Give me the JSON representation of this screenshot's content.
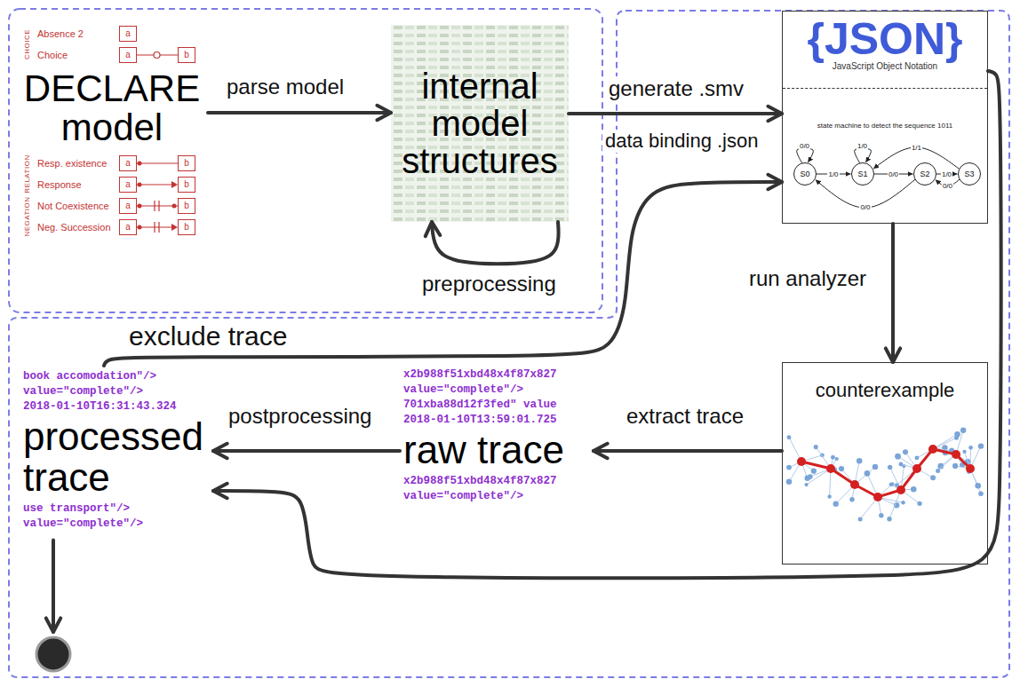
{
  "diagram": {
    "nodes": [
      {
        "text": [
          "DECLARE model"
        ]
      },
      {
        "text": [
          "internal model structures"
        ]
      },
      {
        "text": [
          "{JSON}",
          "JavaScript Object Notation",
          "state machine to detect the sequence 1011"
        ]
      },
      {
        "text": [
          "S0"
        ],
        "in": 2
      },
      {
        "text": [
          "S1"
        ],
        "in": 2
      },
      {
        "text": [
          "S2"
        ],
        "in": 2
      },
      {
        "text": [
          "S3"
        ],
        "in": 2
      },
      {
        "text": [
          "counterexample"
        ]
      },
      {
        "text": [
          "raw trace",
          "x2b988f51xbd48x4f87x827",
          "value=\"complete\"/>",
          "701xba88d12f3fed\" value",
          "2018-01-10T13:59:01.725",
          "x2b988f51xbd48x4f87x827",
          "value=\"complete\"/>"
        ]
      },
      {
        "text": [
          "processed trace",
          "book accomodation\"/>",
          "value=\"complete\"/>",
          "2018-01-10T16:31:43.324",
          "use transport\"/>",
          "value=\"complete\"/>"
        ]
      }
    ],
    "edges": [
      {
        "from": 0,
        "to": 1,
        "label": "parse model",
        "arrow": "to"
      },
      {
        "from": 1,
        "to": 1,
        "label": "preprocessing",
        "arrow": "to"
      },
      {
        "from": 1,
        "to": 2,
        "label": "generate .smv",
        "arrow": "to"
      },
      {
        "from": 2,
        "to": 7,
        "label": "run analyzer",
        "arrow": "to"
      },
      {
        "from": 7,
        "to": 8,
        "label": "extract trace",
        "arrow": "to"
      },
      {
        "from": 8,
        "to": 9,
        "label": "postprocessing",
        "arrow": "to"
      },
      {
        "from": 9,
        "to": 2,
        "label": "exclude trace",
        "arrow": "to"
      },
      {
        "from": 2,
        "to": 9,
        "arrow": "to"
      },
      {
        "from": 3,
        "to": 3,
        "label": "0/0",
        "arrow": "to"
      },
      {
        "from": 3,
        "to": 4,
        "label": "1/0",
        "arrow": "to"
      },
      {
        "from": 4,
        "to": 4,
        "label": "1/0",
        "arrow": "to"
      },
      {
        "from": 4,
        "to": 5,
        "label": "0/0",
        "arrow": "to"
      },
      {
        "from": 5,
        "to": 6,
        "label": "1/0",
        "arrow": "to"
      },
      {
        "from": 6,
        "to": 4,
        "label": "1/1",
        "arrow": "to"
      },
      {
        "from": 6,
        "to": 5,
        "label": "0/0",
        "arrow": "to"
      },
      {
        "from": 5,
        "to": 3,
        "label": "0/0",
        "arrow": "to"
      }
    ],
    "labels": [
      "CHOICE",
      "RELATION",
      "NEGATION",
      "Absence 2",
      "a",
      "Choice",
      "a",
      "b",
      "Resp. existence",
      "a",
      "b",
      "Response",
      "a",
      "b",
      "Not Coexistence",
      "a",
      "b",
      "Neg. Succession",
      "a",
      "b",
      "data binding .json"
    ]
  }
}
